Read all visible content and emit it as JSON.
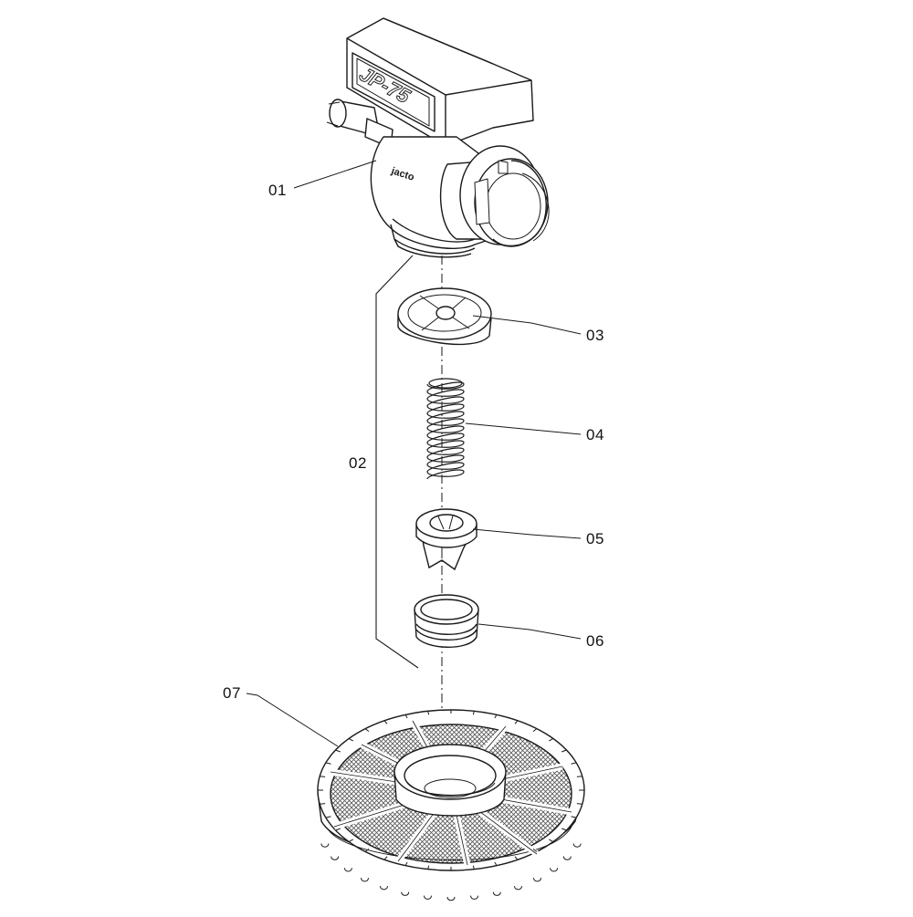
{
  "diagram": {
    "line_color": "#1a1a1a",
    "mesh_color": "#555555",
    "background": "#ffffff",
    "housing_brand_text": "JP-75",
    "body_logo_text": "jacto",
    "callouts": [
      {
        "id": "01",
        "label": "01"
      },
      {
        "id": "02",
        "label": "02"
      },
      {
        "id": "03",
        "label": "03"
      },
      {
        "id": "04",
        "label": "04"
      },
      {
        "id": "05",
        "label": "05"
      },
      {
        "id": "06",
        "label": "06"
      },
      {
        "id": "07",
        "label": "07"
      }
    ]
  }
}
